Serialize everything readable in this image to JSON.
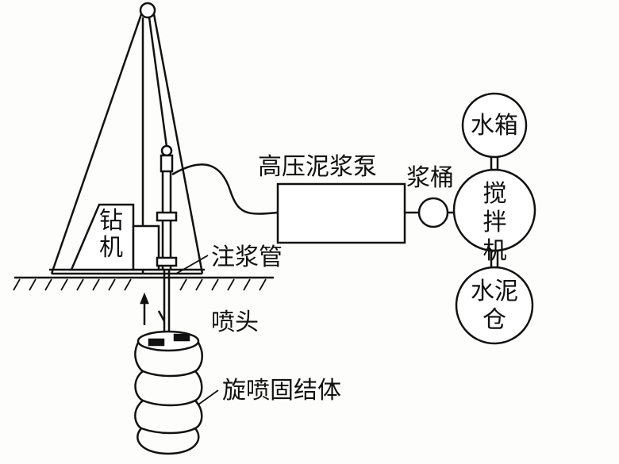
{
  "labels": {
    "drill": "钻机",
    "pump": "高压泥浆泵",
    "bucket": "浆桶",
    "water_tank": "水箱",
    "mixer": "搅拌机",
    "cement_silo": "水泥仓",
    "grout_pipe": "注浆管",
    "nozzle": "喷头",
    "jet_body": "旋喷固结体"
  }
}
